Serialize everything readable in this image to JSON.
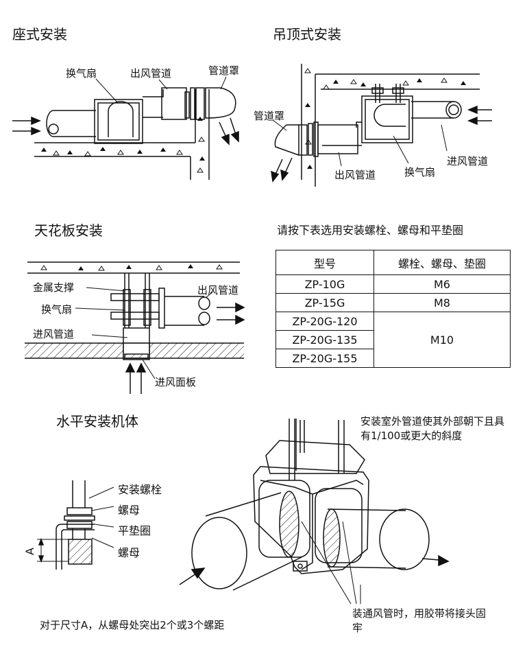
{
  "sections": {
    "floor": {
      "title": "座式安装",
      "labels": {
        "fan": "换气扇",
        "outlet_duct": "出风管道",
        "duct_cover": "管道罩"
      }
    },
    "ceiling_hung": {
      "title": "吊顶式安装",
      "labels": {
        "duct_cover": "管道罩",
        "outlet_duct": "出风管道",
        "fan": "换气扇",
        "inlet_duct": "进风管道"
      }
    },
    "ceiling_panel": {
      "title": "天花板安装",
      "labels": {
        "metal_support": "金属支撑",
        "fan": "换气扇",
        "inlet_duct": "进风管道",
        "outlet_duct": "出风管道",
        "inlet_panel": "进风面板"
      }
    },
    "horizontal": {
      "title": "水平安装机体",
      "labels": {
        "bolt": "安装螺栓",
        "nut1": "螺母",
        "washer": "平垫圈",
        "nut2": "螺母",
        "dim": "A"
      },
      "note_dim": "对于尺寸A，从螺母处突出2个或3个螺距",
      "note_outdoor": "安装室外管道使其外部朝下且具有1/100或更大的斜度",
      "note_tape": "装通风管时，用胶带将接头固牢"
    }
  },
  "table": {
    "caption": "请按下表选用安装螺栓、螺母和平垫圈",
    "headers": [
      "型号",
      "螺栓、螺母、垫圈"
    ],
    "rows": [
      {
        "model": "ZP-10G",
        "size": "M6"
      },
      {
        "model": "ZP-15G",
        "size": "M8"
      },
      {
        "model": "ZP-20G-120",
        "size": "M10"
      },
      {
        "model": "ZP-20G-135",
        "size": ""
      },
      {
        "model": "ZP-20G-155",
        "size": ""
      }
    ]
  }
}
